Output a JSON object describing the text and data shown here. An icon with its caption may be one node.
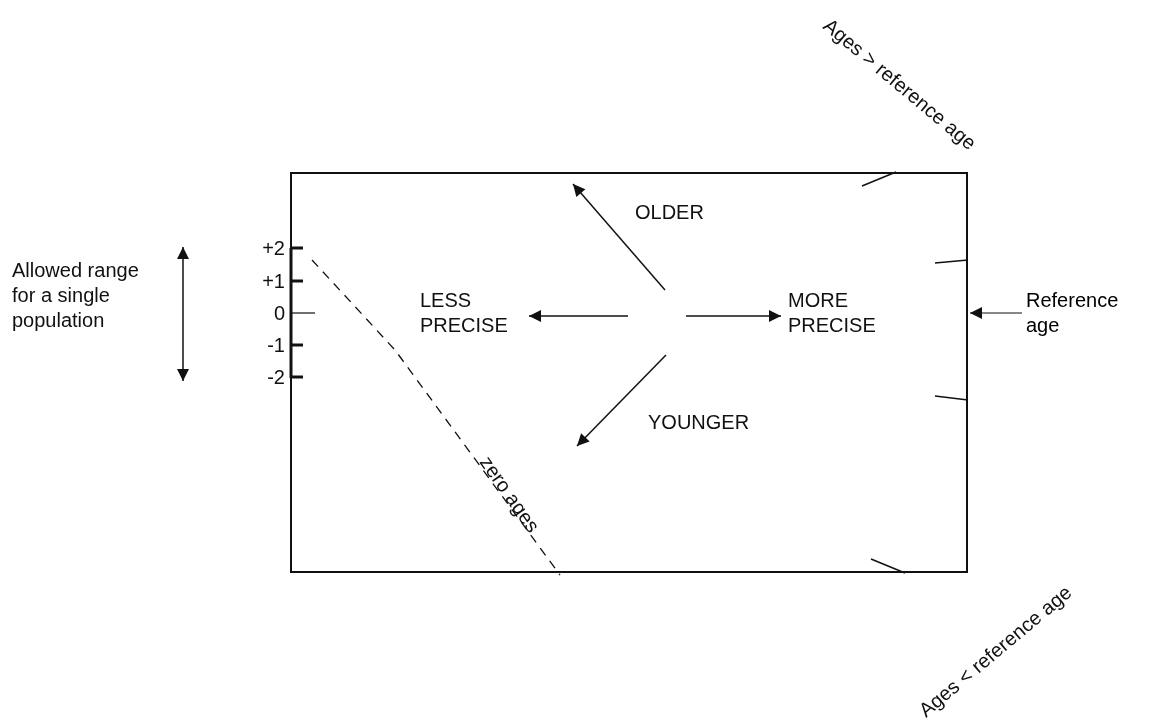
{
  "diagram": {
    "nodes": [
      {
        "text": [],
        "shape": "box"
      },
      {
        "text": [
          "Reference age"
        ]
      }
    ],
    "edges": [
      {
        "from": 1,
        "to": 0,
        "arrow": "to"
      }
    ],
    "labels": [
      "Ages > reference age",
      "OLDER",
      "Allowed range for a single population",
      "+2",
      "+1",
      "0",
      "-1",
      "-2",
      "LESS PRECISE",
      "MORE PRECISE",
      "YOUNGER",
      "zero ages",
      "Ages < reference age"
    ]
  }
}
